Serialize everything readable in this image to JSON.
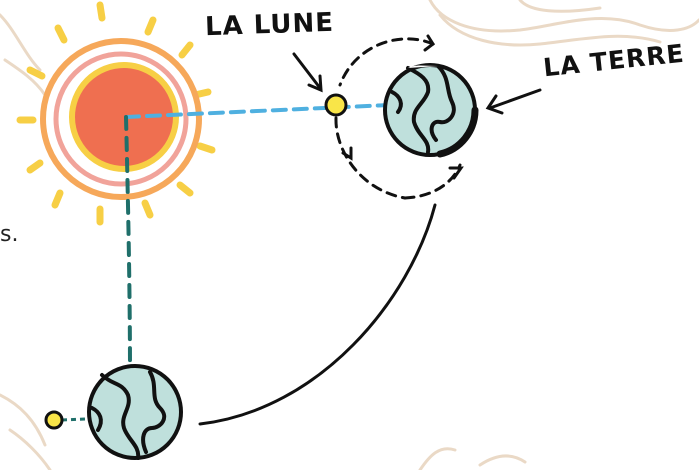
{
  "labels": {
    "moon": "LA LUNE",
    "earth": "LA TERRE",
    "edge_fragment": "s."
  },
  "colors": {
    "sun_core": "#ef6f50",
    "sun_ring_outer": "#f6a85a",
    "sun_ring_pink": "#f1a39a",
    "sun_rays": "#f7cf45",
    "moon": "#f9e548",
    "earth_water": "#bfe0dc",
    "outline": "#111111",
    "sun_earth_line": "#4fb0e0",
    "sun_moon_line": "#1f6f6a",
    "decor": "#ead9c6"
  },
  "icons": [
    "sun-icon",
    "moon-icon",
    "earth-icon",
    "orbit-arrows-icon"
  ]
}
